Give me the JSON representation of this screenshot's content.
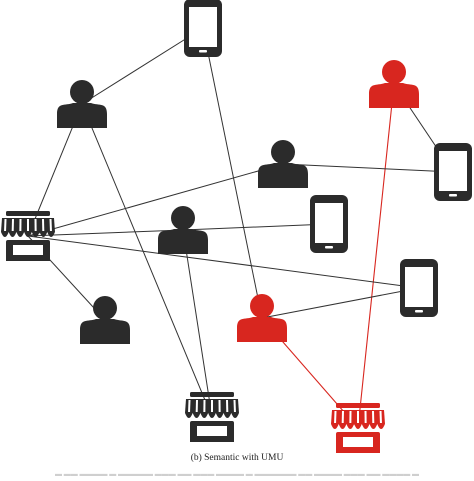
{
  "caption": "(b) Semantic with UMU",
  "colors": {
    "dark": "#2b2b2b",
    "highlight": "#d8261f",
    "line": "#333333",
    "highlight_line": "#d8261f"
  },
  "nodes": [
    {
      "id": "phone-top",
      "kind": "phone",
      "highlighted": false
    },
    {
      "id": "user-1",
      "kind": "user",
      "highlighted": false
    },
    {
      "id": "user-red",
      "kind": "user",
      "highlighted": true
    },
    {
      "id": "user-2",
      "kind": "user",
      "highlighted": false
    },
    {
      "id": "phone-right",
      "kind": "phone",
      "highlighted": false
    },
    {
      "id": "store-left",
      "kind": "store",
      "highlighted": false
    },
    {
      "id": "user-3",
      "kind": "user",
      "highlighted": false
    },
    {
      "id": "phone-mid",
      "kind": "phone",
      "highlighted": false
    },
    {
      "id": "phone-right-low",
      "kind": "phone",
      "highlighted": false
    },
    {
      "id": "user-4",
      "kind": "user",
      "highlighted": false
    },
    {
      "id": "user-red-2",
      "kind": "user",
      "highlighted": true
    },
    {
      "id": "store-bottom",
      "kind": "store",
      "highlighted": false
    },
    {
      "id": "store-red",
      "kind": "store",
      "highlighted": true
    }
  ],
  "edges": [
    {
      "from": "phone-top",
      "to": "user-1",
      "highlighted": false
    },
    {
      "from": "phone-top",
      "to": "user-red-2",
      "highlighted": false
    },
    {
      "from": "user-1",
      "to": "store-left",
      "highlighted": false
    },
    {
      "from": "user-1",
      "to": "store-bottom",
      "highlighted": false
    },
    {
      "from": "user-red",
      "to": "phone-right",
      "highlighted": false
    },
    {
      "from": "user-red",
      "to": "store-red",
      "highlighted": true
    },
    {
      "from": "user-2",
      "to": "store-left",
      "highlighted": false
    },
    {
      "from": "user-2",
      "to": "phone-right",
      "highlighted": false
    },
    {
      "from": "store-left",
      "to": "user-3",
      "highlighted": false
    },
    {
      "from": "store-left",
      "to": "user-4",
      "highlighted": false
    },
    {
      "from": "store-left",
      "to": "phone-right-low",
      "highlighted": false
    },
    {
      "from": "user-3",
      "to": "phone-mid",
      "highlighted": false
    },
    {
      "from": "user-3",
      "to": "store-bottom",
      "highlighted": false
    },
    {
      "from": "phone-right-low",
      "to": "user-red-2",
      "highlighted": false
    },
    {
      "from": "user-red-2",
      "to": "store-red",
      "highlighted": true
    }
  ]
}
